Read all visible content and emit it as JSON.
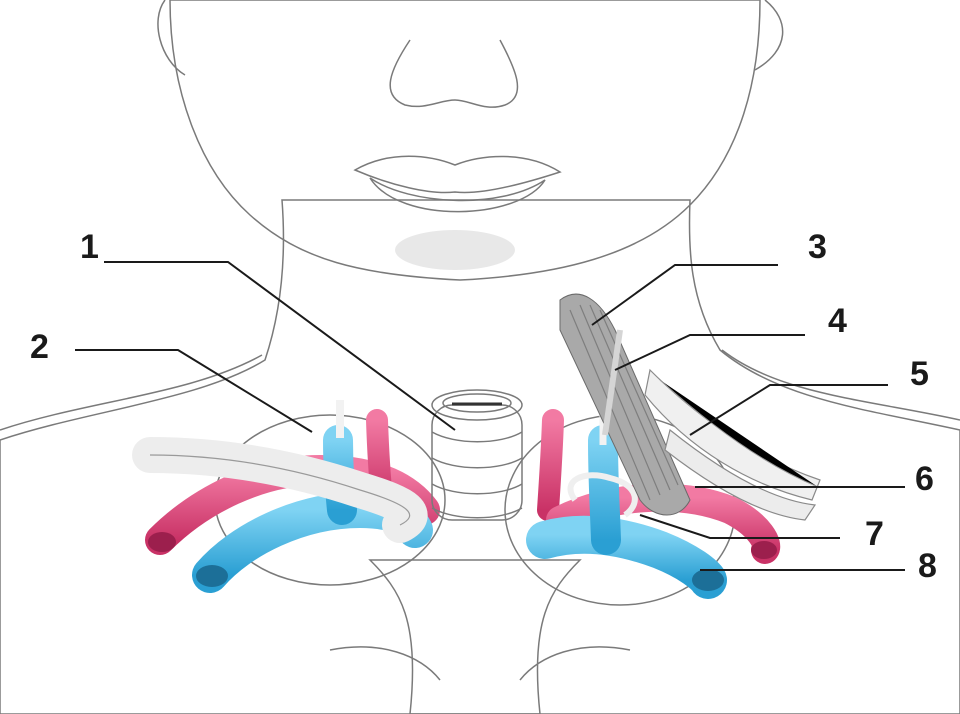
{
  "labels": [
    "1",
    "2",
    "3",
    "4",
    "5",
    "6",
    "7",
    "8"
  ],
  "colors": {
    "artery": "#e0467a",
    "vein": "#3bb6e6",
    "skin": "#ececec",
    "outline": "#7a7a7a",
    "muscle": "#9a9a9a"
  }
}
